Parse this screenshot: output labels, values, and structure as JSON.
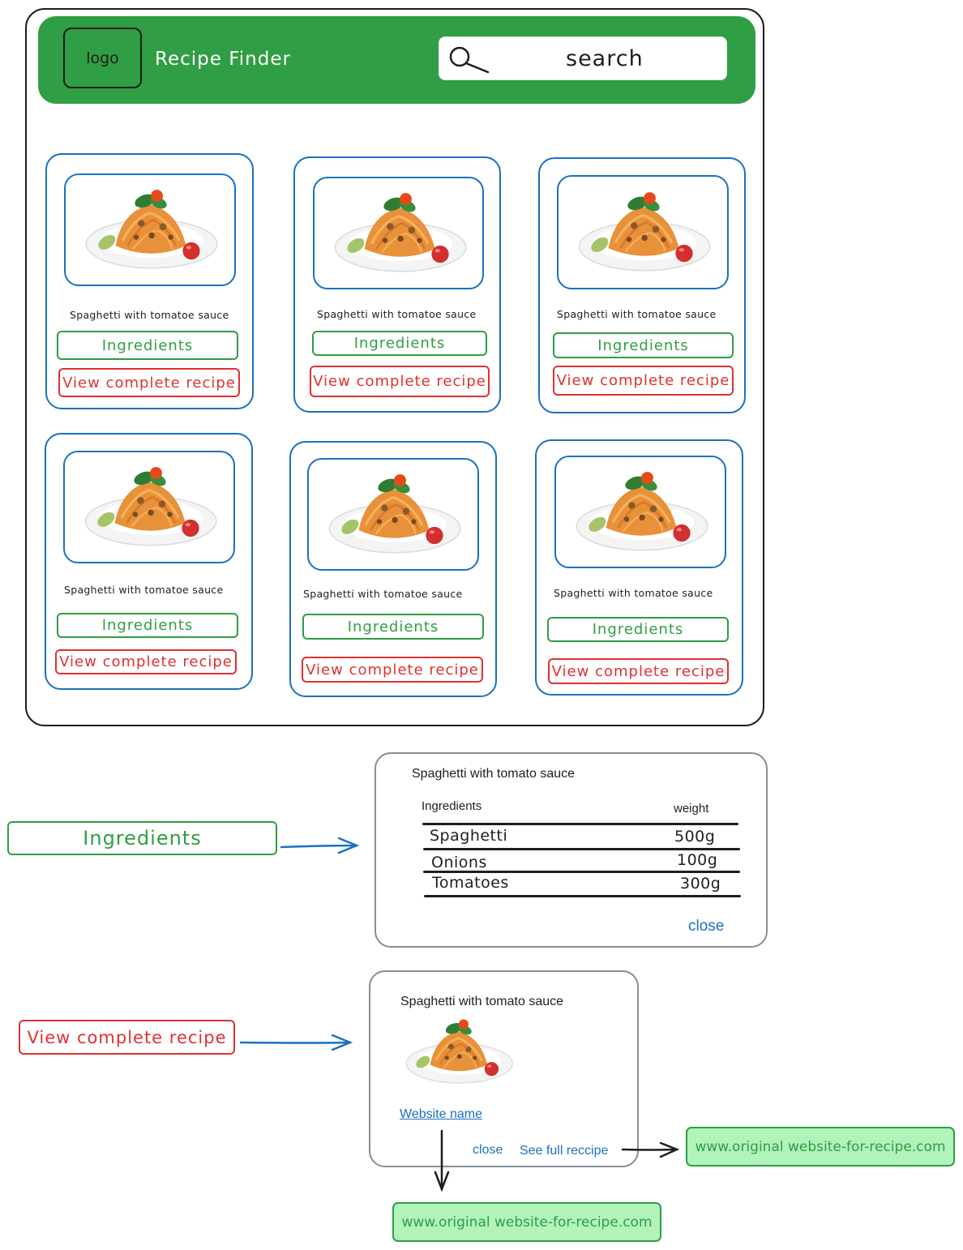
{
  "header": {
    "logo_label": "logo",
    "app_title": "Recipe Finder",
    "search_placeholder": "search"
  },
  "cards": [
    {
      "title": "Spaghetti with tomatoe sauce",
      "ingredients_label": "Ingredients",
      "view_label": "View complete recipe"
    },
    {
      "title": "Spaghetti with tomatoe sauce",
      "ingredients_label": "Ingredients",
      "view_label": "View complete recipe"
    },
    {
      "title": "Spaghetti with tomatoe sauce",
      "ingredients_label": "Ingredients",
      "view_label": "View complete recipe"
    },
    {
      "title": "Spaghetti with tomatoe sauce",
      "ingredients_label": "Ingredients",
      "view_label": "View complete recipe"
    },
    {
      "title": "Spaghetti with tomatoe sauce",
      "ingredients_label": "Ingredients",
      "view_label": "View complete recipe"
    },
    {
      "title": "Spaghetti with tomatoe sauce",
      "ingredients_label": "Ingredients",
      "view_label": "View complete recipe"
    }
  ],
  "legend": {
    "ingredients_label": "Ingredients",
    "view_label": "View complete recipe"
  },
  "ingredients_dialog": {
    "title": "Spaghetti with tomato sauce",
    "col_ingredients": "Ingredients",
    "col_weight": "weight",
    "rows": [
      {
        "name": "Spaghetti",
        "weight": "500g"
      },
      {
        "name": "Onions",
        "weight": "100g"
      },
      {
        "name": "Tomatoes",
        "weight": "300g"
      }
    ],
    "close_label": "close"
  },
  "recipe_dialog": {
    "title": "Spaghetti with tomato sauce",
    "website_link": "Website name",
    "close_label": "close",
    "full_recipe_label": "See full reccipe"
  },
  "external_links": {
    "right_url": "www.original website-for-recipe.com",
    "bottom_url": "www.original website-for-recipe.com"
  },
  "colors": {
    "header_green": "#2f9e44",
    "card_blue": "#1971c2",
    "ingredient_green": "#2f9e44",
    "view_red": "#e03131",
    "url_fill": "#b2f2bb"
  }
}
